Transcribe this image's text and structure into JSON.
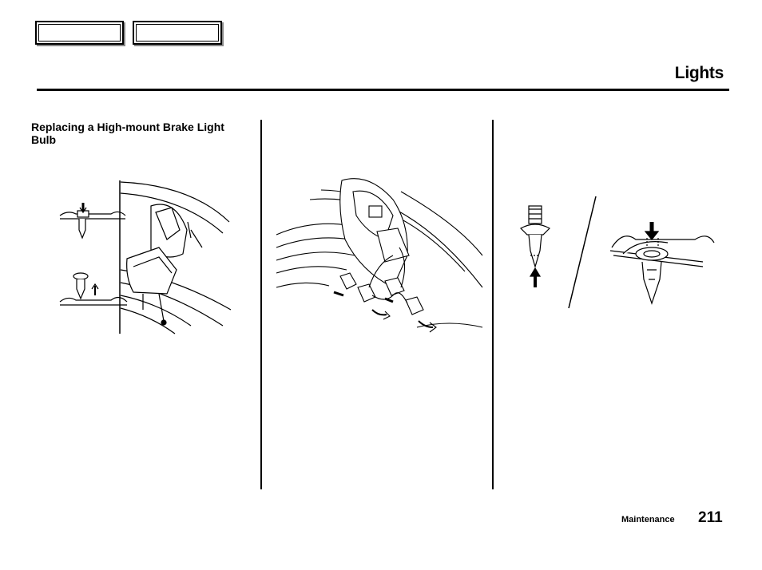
{
  "header": {
    "page_title": "Lights"
  },
  "section": {
    "heading": "Replacing a High-mount Brake Light Bulb"
  },
  "footer": {
    "section_name": "Maintenance",
    "page_number": "211"
  }
}
